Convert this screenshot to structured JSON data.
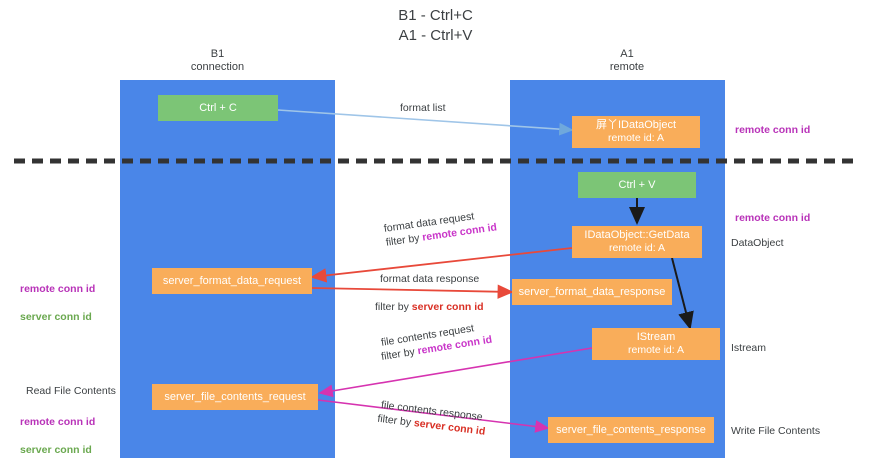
{
  "title": "B1 - Ctrl+C\nA1 - Ctrl+V",
  "columns": {
    "left": "B1\nconnection",
    "right": "A1\nremote"
  },
  "nodes": {
    "ctrl_c": "Ctrl + C",
    "ctrl_v": "Ctrl + V",
    "idataobject": {
      "line1": "屏丫IDataObject",
      "line2": "remote id: A"
    },
    "getdata": {
      "line1": "IDataObject::GetData",
      "line2": "remote id: A"
    },
    "istream": {
      "line1": "IStream",
      "line2": "remote id: A"
    },
    "server_format_data_request": "server_format_data_request",
    "server_format_data_response": "server_format_data_response",
    "server_file_contents_request": "server_file_contents_request",
    "server_file_contents_response": "server_file_contents_response"
  },
  "edges": {
    "format_list": "format list",
    "format_data_request": {
      "line1": "format data request",
      "line2_prefix": "filter by ",
      "line2_hl": "remote conn id"
    },
    "format_data_response": {
      "line1": "format data response",
      "line2_prefix": "filter by ",
      "line2_hl": "server conn id"
    },
    "file_contents_request": {
      "line1": "file contents request",
      "line2_prefix": "filter by ",
      "line2_hl": "remote conn id"
    },
    "file_contents_response": {
      "line1": "file contents response",
      "line2_prefix": "filter by ",
      "line2_hl": "server conn id"
    }
  },
  "annotations": {
    "right_remote_conn_id_top": "remote conn id",
    "right_remote_conn_id_mid": "remote conn id",
    "right_dataobject": "DataObject",
    "right_istream": "Istream",
    "right_write_file_contents": "Write File Contents",
    "left_conn_ids_mid": {
      "remote": "remote conn id",
      "server": "server conn id"
    },
    "left_read_file_contents": "Read File Contents",
    "left_conn_ids_bottom": {
      "remote": "remote conn id",
      "server": "server conn id"
    }
  },
  "colors": {
    "lane": "#4a86e8",
    "green_node": "#7cc576",
    "orange_node": "#f9ad5a",
    "remote_conn_id": "#b832b8",
    "server_conn_id": "#6aa84f",
    "request_arrow": "#e8493a",
    "file_arrow": "#d633b0",
    "format_list_arrow": "#9fc5e8",
    "divider": "#333333"
  }
}
